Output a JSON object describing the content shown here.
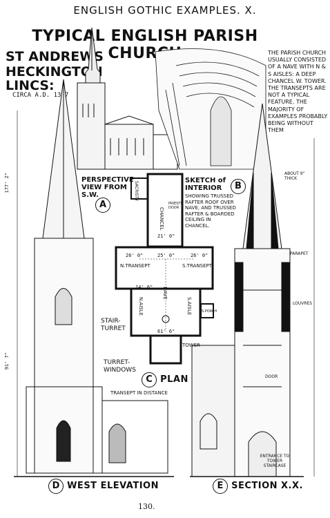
{
  "header": "ENGLISH GOTHIC EXAMPLES. X.",
  "title": "TYPICAL ENGLISH PARISH CHURCH",
  "location": [
    "ST ANDREWS",
    "HECKINGTON",
    "LINCS:"
  ],
  "circa": "CIRCA A.D. 1307",
  "note": "THE PARISH CHURCH USUALLY CONSISTED OF A NAVE WITH N & S AISLES: A DEEP CHANCEL W. TOWER. THE TRANSEPTS ARE NOT A TYPICAL FEATURE. THE MAJORITY OF EXAMPLES PROBABLY BEING WITHOUT THEM",
  "views": {
    "a": {
      "letter": "A",
      "label": "PERSPECTIVE VIEW FROM S.W."
    },
    "b": {
      "letter": "B",
      "label": "SKETCH of INTERIOR",
      "detail": "SHOWING TRUSSED RAFTER ROOF OVER NAVE, AND TRUSSED RAFTER & BOARDED CEILING IN CHANCEL."
    },
    "c": {
      "letter": "C",
      "label": "PLAN"
    },
    "d": {
      "letter": "D",
      "label": "WEST ELEVATION"
    },
    "e": {
      "letter": "E",
      "label": "SECTION X.X."
    }
  },
  "plan_labels": {
    "sacristy": "SACRISTY",
    "chancel": "CHANCEL",
    "priests_door": "PRIESTS DOOR",
    "n_transept": "N.TRANSEPT",
    "s_transept": "S.TRANSEPT",
    "nave": "NAVE",
    "n_aisle": "N.AISLE",
    "s_aisle": "S.AISLE",
    "s_porch": "S.PORCH",
    "tower": "TOWER",
    "dims": [
      "21' 0\"",
      "26' 0\"",
      "25' 0\"",
      "26' 0\"",
      "14' 6\"",
      "61' 6\""
    ]
  },
  "elevation_labels": {
    "stair_turret": "STAIR-TURRET",
    "turret_windows": "TURRET-WINDOWS",
    "transept": "TRANSEPT IN DISTANCE",
    "height_total": "177' 2\"",
    "height_tower": "91' 7\""
  },
  "section_labels": {
    "about": "ABOUT 9\" THICK",
    "parapet": "PARAPET",
    "louvres": "LOUVRES",
    "door": "DOOR",
    "entrance": "ENTRANCE TO TOWER STAIRCASE"
  },
  "page_number": "130."
}
